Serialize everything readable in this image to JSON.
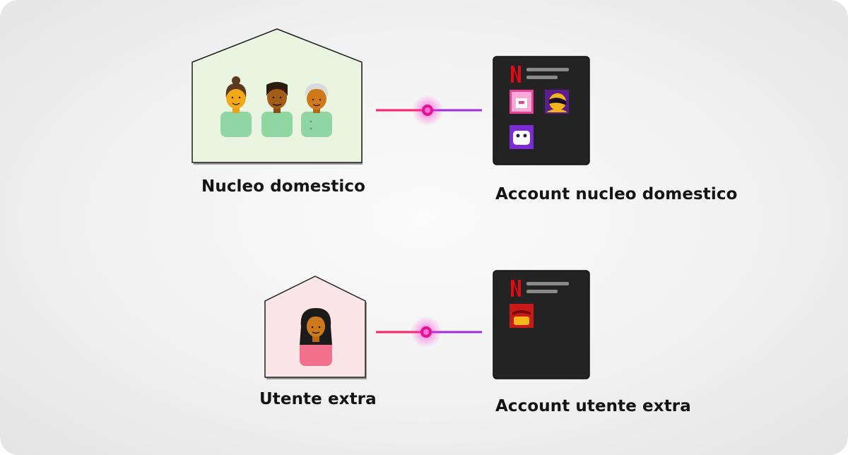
{
  "rows": [
    {
      "household_label": "Nucleo domestico",
      "account_label": "Account nucleo domestico",
      "household_bg": "#eaf5e1",
      "people": [
        "woman-bun-avatar",
        "man-short-hair-avatar",
        "elderly-gray-hair-avatar"
      ],
      "profile_icons": [
        "pink-profile-icon",
        "purple-profile-icon",
        "penguin-profile-icon"
      ]
    },
    {
      "household_label": "Utente extra",
      "account_label": "Account utente extra",
      "household_bg": "#fbe5e8",
      "people": [
        "woman-long-hair-avatar"
      ],
      "profile_icons": [
        "red-profile-icon"
      ]
    }
  ],
  "colors": {
    "connector_left": "#ff1f6a",
    "connector_right": "#9b2fd9",
    "glow": "#ff2fd0",
    "account_bg": "#232323",
    "netflix_red": "#e50914"
  }
}
